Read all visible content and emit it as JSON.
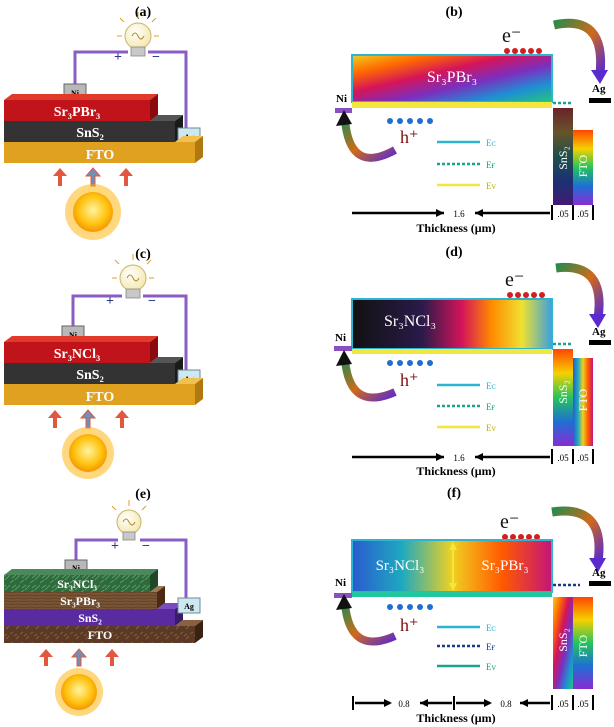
{
  "panels": {
    "a": {
      "label": "(a)",
      "ni": "Ni",
      "ag": "Ag",
      "plus": "+",
      "minus": "−",
      "layers": [
        "Sr₃PBr₃",
        "SnS₂",
        "FTO"
      ]
    },
    "b": {
      "label": "(b)",
      "ni": "Ni",
      "ag": "Ag",
      "electron": "e⁻",
      "hole": "h⁺",
      "absorber": "Sr₃PBr₃",
      "etl": "SnS₂",
      "fto": "FTO",
      "legend": [
        "Eᴄ",
        "Eғ",
        "Eᴠ"
      ],
      "axis_title": "Thickness (μm)",
      "thickness": [
        "1.6",
        ".05",
        ".05"
      ]
    },
    "c": {
      "label": "(c)",
      "ni": "Ni",
      "ag": "Ag",
      "plus": "+",
      "minus": "−",
      "layers": [
        "Sr₃NCl₃",
        "SnS₂",
        "FTO"
      ]
    },
    "d": {
      "label": "(d)",
      "ni": "Ni",
      "ag": "Ag",
      "electron": "e⁻",
      "hole": "h⁺",
      "absorber": "Sr₃NCl₃",
      "etl": "SnS₂",
      "fto": "FTO",
      "legend": [
        "Eᴄ",
        "Eғ",
        "Eᴠ"
      ],
      "axis_title": "Thickness (μm)",
      "thickness": [
        "1.6",
        ".05",
        ".05"
      ]
    },
    "e": {
      "label": "(e)",
      "ni": "Ni",
      "ag": "Ag",
      "plus": "+",
      "minus": "−",
      "layers": [
        "Sr₃NCl₃",
        "Sr₃PBr₃",
        "SnS₂",
        "FTO"
      ]
    },
    "f": {
      "label": "(f)",
      "ni": "Ni",
      "ag": "Ag",
      "electron": "e⁻",
      "hole": "h⁺",
      "absorber_1": "Sr₃NCl₃",
      "absorber_2": "Sr₃PBr₃",
      "etl": "SnS₂",
      "fto": "FTO",
      "legend": [
        "Eᴄ",
        "Eғ",
        "Eᴠ"
      ],
      "axis_title": "Thickness (μm)",
      "thickness": [
        "0.8",
        "0.8",
        ".05",
        ".05"
      ]
    }
  },
  "colors": {
    "wire": "#8a5cc4",
    "sun": "#f4b400",
    "arrow_red": "#e2583e",
    "arrow_blue": "#6f8fb8",
    "red_layer": "#c0141a",
    "dark_layer": "#333333",
    "fto_layer": "#e0a020",
    "ec_line": "#2db4d0",
    "ef_line": "#1aa38a",
    "ev_line": "#f3e63c",
    "electron_dot": "#d21e1e",
    "hole_dot": "#1f6fd0",
    "hole_text": "#7a1010"
  }
}
